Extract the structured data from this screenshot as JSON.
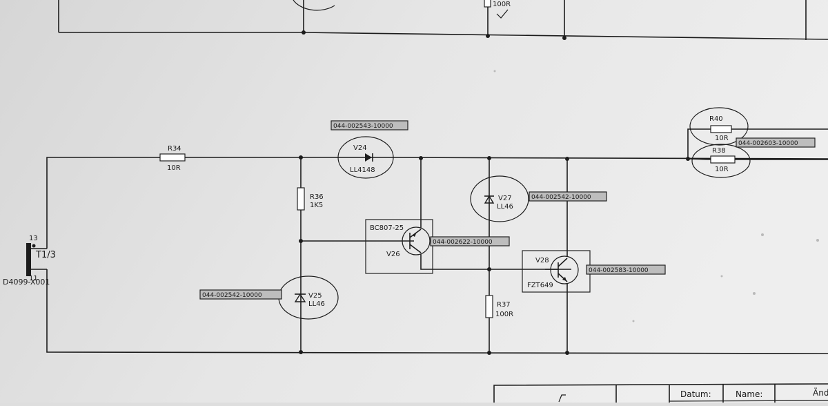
{
  "schematic": {
    "top_partial": {
      "resistor_value": "100R"
    },
    "connector": {
      "pin_top": "13",
      "ref": "T1/3",
      "pin_bottom": "11",
      "part_number": "D4099-X001"
    },
    "resistors": [
      {
        "ref": "R34",
        "value": "10R"
      },
      {
        "ref": "R36",
        "value": "1K5"
      },
      {
        "ref": "R37",
        "value": "100R"
      },
      {
        "ref": "R40",
        "value": "10R"
      },
      {
        "ref": "R38",
        "value": "10R"
      }
    ],
    "diodes": [
      {
        "ref": "V24",
        "type": "LL4148",
        "tag": "044-002543-10000"
      },
      {
        "ref": "V27",
        "type": "LL46",
        "tag": "044-002542-10000"
      },
      {
        "ref": "V25",
        "type": "LL46",
        "tag": "044-002542-10000"
      }
    ],
    "transistors": [
      {
        "ref": "V26",
        "type": "BC807-25",
        "tag": "044-002622-10000"
      },
      {
        "ref": "V28",
        "type": "FZT649",
        "tag": "044-002583-10000"
      }
    ],
    "parallel_tag": "044-002603-10000"
  },
  "title_block": {
    "datum_label": "Datum:",
    "name_label": "Name:",
    "change_label": "Änd"
  }
}
